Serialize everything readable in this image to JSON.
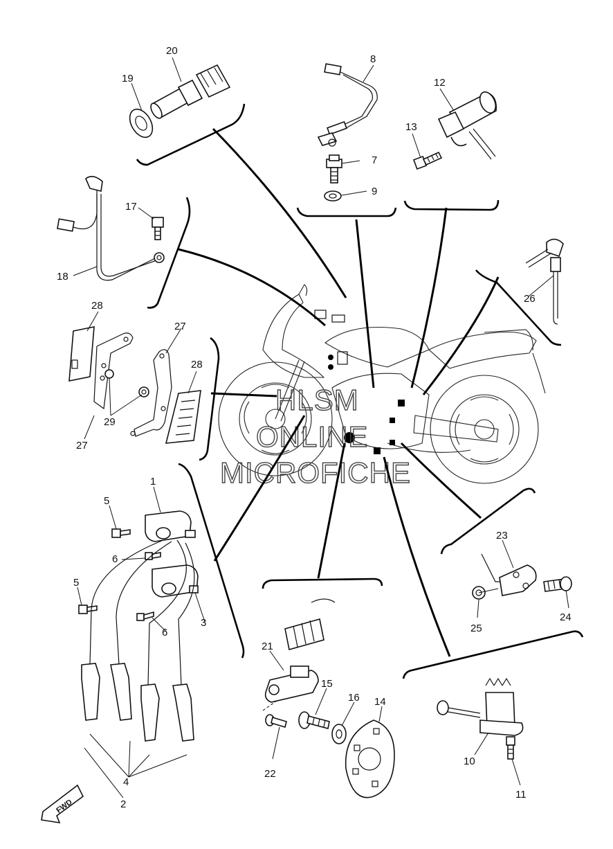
{
  "watermark": {
    "line1": "HLSM",
    "line2": "ONLINE",
    "line3": "MICROFICHE"
  },
  "direction_arrow": {
    "label": "FWD",
    "icon": "forward-arrow-icon"
  },
  "callouts": [
    {
      "id": "c1",
      "text": "1"
    },
    {
      "id": "c2",
      "text": "2"
    },
    {
      "id": "c3",
      "text": "3"
    },
    {
      "id": "c4",
      "text": "4"
    },
    {
      "id": "c5a",
      "text": "5"
    },
    {
      "id": "c5b",
      "text": "5"
    },
    {
      "id": "c6a",
      "text": "6"
    },
    {
      "id": "c6b",
      "text": "6"
    },
    {
      "id": "c7",
      "text": "7"
    },
    {
      "id": "c8",
      "text": "8"
    },
    {
      "id": "c9",
      "text": "9"
    },
    {
      "id": "c10",
      "text": "10"
    },
    {
      "id": "c11",
      "text": "11"
    },
    {
      "id": "c12",
      "text": "12"
    },
    {
      "id": "c13",
      "text": "13"
    },
    {
      "id": "c14",
      "text": "14"
    },
    {
      "id": "c15",
      "text": "15"
    },
    {
      "id": "c16",
      "text": "16"
    },
    {
      "id": "c17",
      "text": "17"
    },
    {
      "id": "c18",
      "text": "18"
    },
    {
      "id": "c19",
      "text": "19"
    },
    {
      "id": "c20",
      "text": "20"
    },
    {
      "id": "c21",
      "text": "21"
    },
    {
      "id": "c22",
      "text": "22"
    },
    {
      "id": "c23",
      "text": "23"
    },
    {
      "id": "c24",
      "text": "24"
    },
    {
      "id": "c25",
      "text": "25"
    },
    {
      "id": "c26",
      "text": "26"
    },
    {
      "id": "c27a",
      "text": "27"
    },
    {
      "id": "c27b",
      "text": "27"
    },
    {
      "id": "c28a",
      "text": "28"
    },
    {
      "id": "c28b",
      "text": "28"
    },
    {
      "id": "c29",
      "text": "29"
    }
  ]
}
